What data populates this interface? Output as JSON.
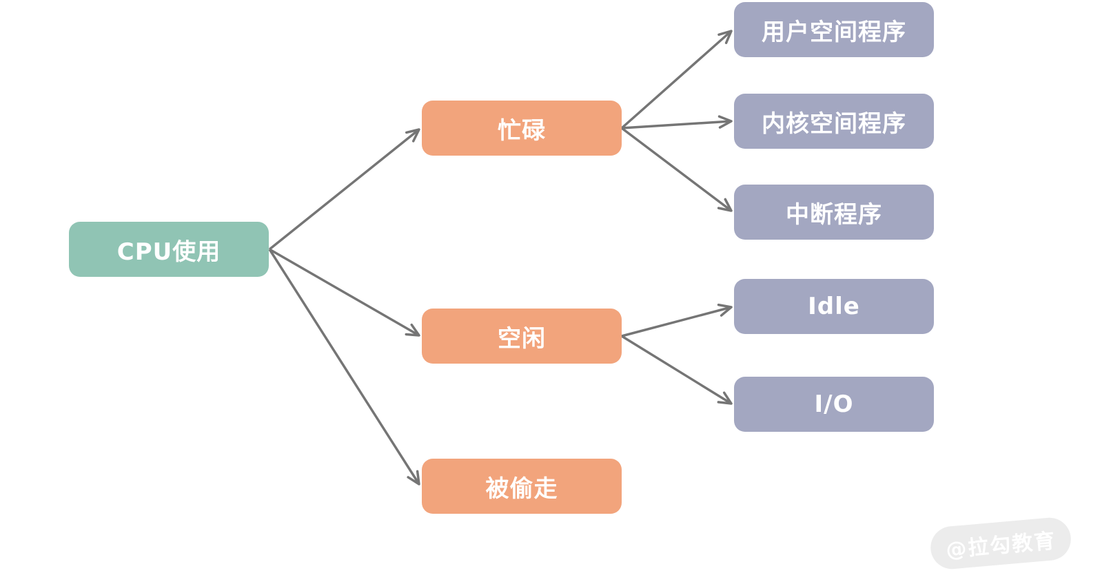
{
  "diagram": {
    "title": "CPU usage breakdown tree",
    "nodes": {
      "cpu": {
        "label": "CPU使用"
      },
      "busy": {
        "label": "忙碌"
      },
      "idlecn": {
        "label": "空闲"
      },
      "stolen": {
        "label": "被偷走"
      },
      "user": {
        "label": "用户空间程序"
      },
      "kernel": {
        "label": "内核空间程序"
      },
      "irq": {
        "label": "中断程序"
      },
      "idleen": {
        "label": "Idle"
      },
      "io": {
        "label": "I/O"
      }
    },
    "edges": [
      {
        "from": "cpu",
        "to": "busy"
      },
      {
        "from": "cpu",
        "to": "idlecn"
      },
      {
        "from": "cpu",
        "to": "stolen"
      },
      {
        "from": "busy",
        "to": "user"
      },
      {
        "from": "busy",
        "to": "kernel"
      },
      {
        "from": "busy",
        "to": "irq"
      },
      {
        "from": "idlecn",
        "to": "idleen"
      },
      {
        "from": "idlecn",
        "to": "io"
      }
    ],
    "colors": {
      "root_node": "#90C4B4",
      "level2_node": "#F2A47C",
      "level3_node": "#A3A7C1",
      "arrow": "#757575",
      "node_text": "#FFFFFF",
      "watermark_bg": "#ECECEC",
      "watermark_text": "#FFFFFF",
      "background": "#FFFFFF"
    }
  },
  "watermark": {
    "text": "@拉勾教育"
  }
}
